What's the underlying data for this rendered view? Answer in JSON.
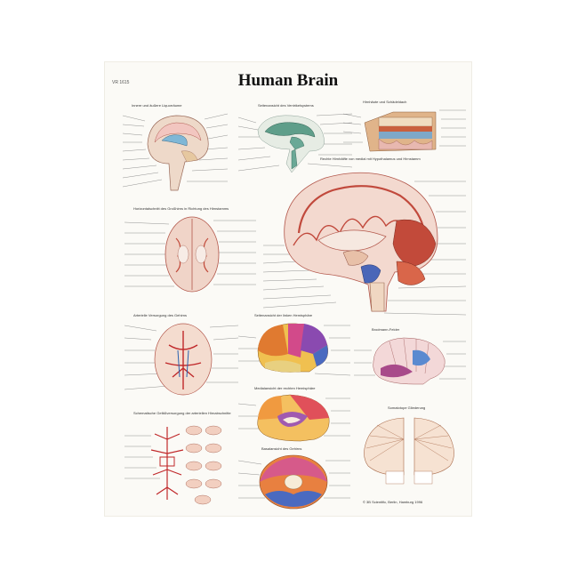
{
  "poster": {
    "code": "VR 1615",
    "title": "Human Brain"
  },
  "panels": {
    "p1": "Innere und äußere Liquorräume",
    "p2": "Seitenansicht des Ventrikelsystems",
    "p3": "Hirnhäute und Schädeldach",
    "p4": "Rechte Hirnhälfte von medial mit Hypothalamus und Hirnstamm",
    "p5": "Horizontalschnitt des Großhirns in Richtung des Hirnstamms",
    "p6": "Arterielle Versorgung des Gehirns",
    "p7": "Seitenansicht der linken Hemisphäre",
    "p8": "Brodmann-Felder",
    "p9": "Medialansicht der rechten Hemisphäre",
    "p10": "Schematische Gefäßversorgung der arteriellen Hirnabschnitte",
    "p11": "Somatotope Gliederung",
    "p12": "Basalansicht des Gehirns"
  },
  "publisher": "© 3B Scientific, Berlin, Hamburg 1996"
}
